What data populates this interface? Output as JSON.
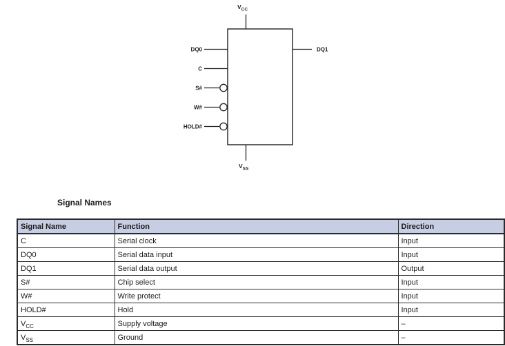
{
  "diagram": {
    "top_pin": {
      "base": "V",
      "sub": "CC"
    },
    "bottom_pin": {
      "base": "V",
      "sub": "SS"
    },
    "left_pins": [
      "DQ0",
      "C",
      "S#",
      "W#",
      "HOLD#"
    ],
    "right_pins": [
      "DQ1"
    ]
  },
  "table": {
    "title": "Signal Names",
    "headers": [
      "Signal Name",
      "Function",
      "Direction"
    ],
    "rows": [
      {
        "name": "C",
        "name_sub": "",
        "function": "Serial clock",
        "direction": "Input"
      },
      {
        "name": "DQ0",
        "name_sub": "",
        "function": "Serial data input",
        "direction": "Input"
      },
      {
        "name": "DQ1",
        "name_sub": "",
        "function": "Serial data output",
        "direction": "Output"
      },
      {
        "name": "S#",
        "name_sub": "",
        "function": "Chip select",
        "direction": "Input"
      },
      {
        "name": "W#",
        "name_sub": "",
        "function": "Write protect",
        "direction": "Input"
      },
      {
        "name": "HOLD#",
        "name_sub": "",
        "function": "Hold",
        "direction": "Input"
      },
      {
        "name": "V",
        "name_sub": "CC",
        "function": "Supply voltage",
        "direction": "–"
      },
      {
        "name": "V",
        "name_sub": "SS",
        "function": "Ground",
        "direction": "–"
      }
    ]
  },
  "colors": {
    "header_bg": "#c7cde3",
    "border": "#2b2b2b",
    "line": "#231f20",
    "text": "#1a1a1a"
  }
}
